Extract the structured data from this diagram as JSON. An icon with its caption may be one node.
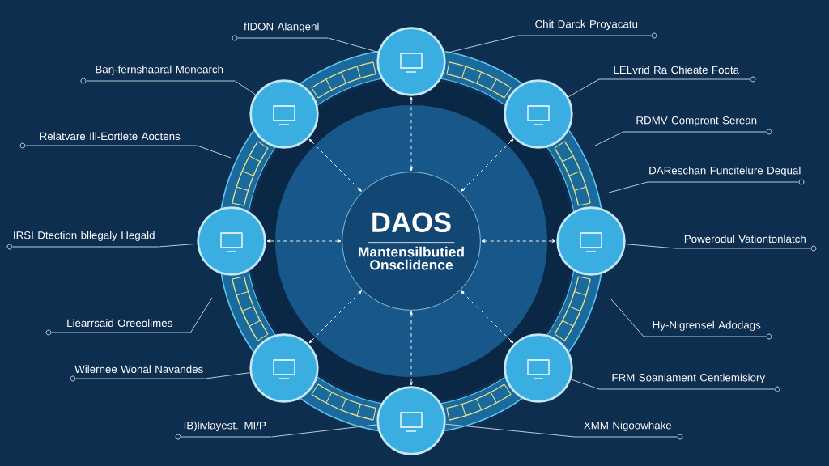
{
  "diagram": {
    "nodes": [
      {
        "text": [
          "DAOS",
          "Mantensilbutied Onsclidence"
        ]
      },
      {
        "text": [],
        "shape": "circle"
      },
      {
        "text": [],
        "shape": "circle"
      },
      {
        "text": [],
        "shape": "circle"
      },
      {
        "text": [],
        "shape": "circle"
      },
      {
        "text": [],
        "shape": "circle"
      },
      {
        "text": [],
        "shape": "circle"
      },
      {
        "text": [],
        "shape": "circle"
      },
      {
        "text": [],
        "shape": "circle"
      },
      {
        "text": [
          "fIDON Alangenl"
        ]
      },
      {
        "text": [
          "Baŋ-fernshaaral Monearch"
        ]
      },
      {
        "text": [
          "Relatvare Ill-Eortlete Aoctens"
        ]
      },
      {
        "text": [
          "IRSI Dtection bllegaly Hegald"
        ]
      },
      {
        "text": [
          "Liearrsaid Oreeolimes"
        ]
      },
      {
        "text": [
          "Wilernee Wonal Navandes"
        ]
      },
      {
        "text": [
          "IB)livlayest. MI/P"
        ]
      },
      {
        "text": [
          "Chit Darck Proyacatu"
        ]
      },
      {
        "text": [
          "LELvrid Ra Chieate Foota"
        ]
      },
      {
        "text": [
          "RDMV Compront Serean"
        ]
      },
      {
        "text": [
          "DAReschan Funcitelure Dequal"
        ]
      },
      {
        "text": [
          "Powerodul Vationtonlatch"
        ]
      },
      {
        "text": [
          "Hy-Nigrensel Adodags"
        ]
      },
      {
        "text": [
          "FRM Soaniament Centiemisiory"
        ]
      },
      {
        "text": [
          "XMM Nigoowhake"
        ]
      }
    ],
    "edges": [
      {
        "from": 0,
        "to": 1,
        "arrow": "both",
        "style": "dashed"
      },
      {
        "from": 0,
        "to": 2,
        "arrow": "both",
        "style": "dashed"
      },
      {
        "from": 0,
        "to": 3,
        "arrow": "both",
        "style": "dashed"
      },
      {
        "from": 0,
        "to": 4,
        "arrow": "both",
        "style": "dashed"
      },
      {
        "from": 0,
        "to": 5,
        "arrow": "both",
        "style": "dashed"
      },
      {
        "from": 0,
        "to": 6,
        "arrow": "both",
        "style": "dashed"
      },
      {
        "from": 0,
        "to": 7,
        "arrow": "both",
        "style": "dashed"
      },
      {
        "from": 0,
        "to": 8,
        "arrow": "both",
        "style": "dashed"
      },
      {
        "from": 9,
        "to": 1,
        "arrow": "none"
      },
      {
        "from": 10,
        "to": 2,
        "arrow": "none"
      },
      {
        "from": 11,
        "to": null,
        "arrow": "none"
      },
      {
        "from": 12,
        "to": 4,
        "arrow": "none"
      },
      {
        "from": 13,
        "to": null,
        "arrow": "none"
      },
      {
        "from": 14,
        "to": 6,
        "arrow": "none"
      },
      {
        "from": 15,
        "to": 8,
        "arrow": "none"
      },
      {
        "from": 16,
        "to": 1,
        "arrow": "none"
      },
      {
        "from": 17,
        "to": 3,
        "arrow": "none"
      },
      {
        "from": 18,
        "to": null,
        "arrow": "none"
      },
      {
        "from": 19,
        "to": null,
        "arrow": "none"
      },
      {
        "from": 20,
        "to": 5,
        "arrow": "none"
      },
      {
        "from": 21,
        "to": null,
        "arrow": "none"
      },
      {
        "from": 22,
        "to": 7,
        "arrow": "none"
      },
      {
        "from": 23,
        "to": 8,
        "arrow": "none"
      }
    ]
  }
}
